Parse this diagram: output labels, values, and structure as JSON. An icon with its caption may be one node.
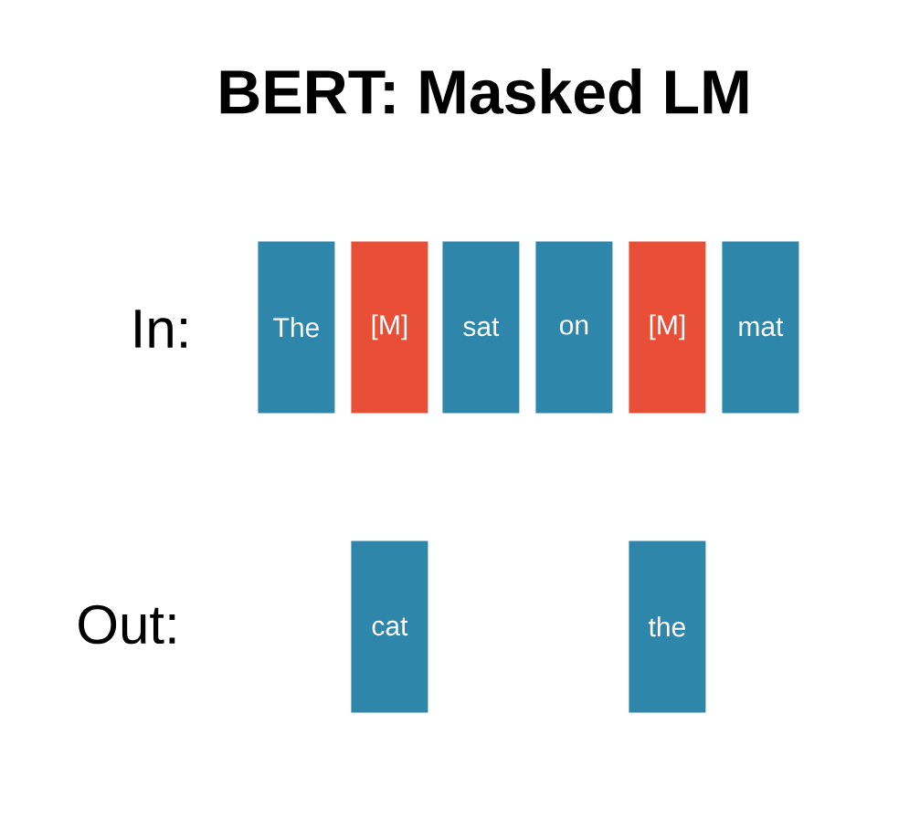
{
  "diagram": {
    "title": "BERT: Masked LM",
    "nodes": [
      {
        "text": [
          "The"
        ]
      },
      {
        "text": [
          "[M]"
        ]
      },
      {
        "text": [
          "sat"
        ]
      },
      {
        "text": [
          "on"
        ]
      },
      {
        "text": [
          "[M]"
        ]
      },
      {
        "text": [
          "mat"
        ]
      },
      {
        "text": [
          "cat"
        ]
      },
      {
        "text": [
          "the"
        ]
      }
    ],
    "labels": [
      "In:",
      "Out:"
    ]
  }
}
